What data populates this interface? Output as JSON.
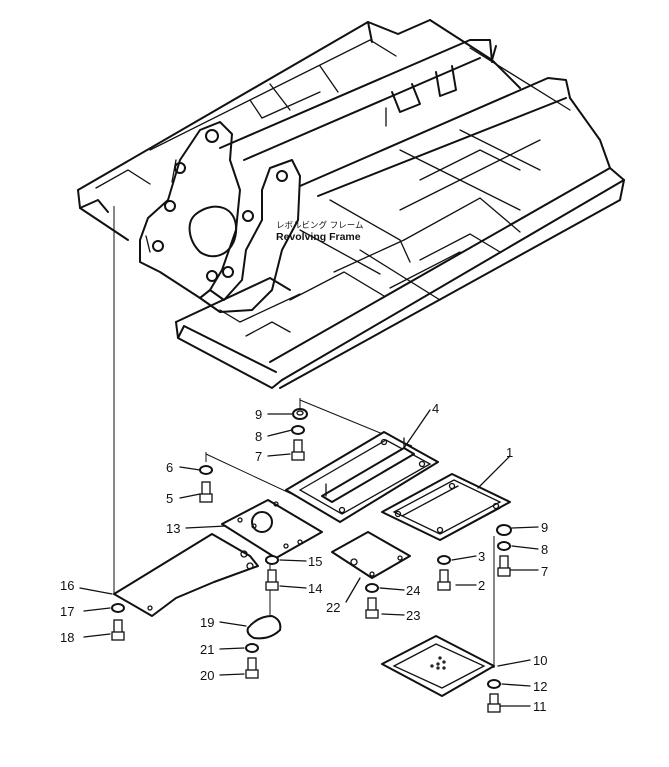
{
  "frame_label": {
    "japanese": "レボルビング フレーム",
    "english": "Revolving Frame"
  },
  "callouts": [
    {
      "id": "1",
      "text": "1"
    },
    {
      "id": "2",
      "text": "2"
    },
    {
      "id": "3",
      "text": "3"
    },
    {
      "id": "4",
      "text": "4"
    },
    {
      "id": "5",
      "text": "5"
    },
    {
      "id": "6",
      "text": "6"
    },
    {
      "id": "7a",
      "text": "7"
    },
    {
      "id": "7b",
      "text": "7"
    },
    {
      "id": "8a",
      "text": "8"
    },
    {
      "id": "8b",
      "text": "8"
    },
    {
      "id": "9a",
      "text": "9"
    },
    {
      "id": "9b",
      "text": "9"
    },
    {
      "id": "10",
      "text": "10"
    },
    {
      "id": "11",
      "text": "11"
    },
    {
      "id": "12",
      "text": "12"
    },
    {
      "id": "13",
      "text": "13"
    },
    {
      "id": "14",
      "text": "14"
    },
    {
      "id": "15",
      "text": "15"
    },
    {
      "id": "16",
      "text": "16"
    },
    {
      "id": "17",
      "text": "17"
    },
    {
      "id": "18",
      "text": "18"
    },
    {
      "id": "19",
      "text": "19"
    },
    {
      "id": "20",
      "text": "20"
    },
    {
      "id": "21",
      "text": "21"
    },
    {
      "id": "22",
      "text": "22"
    },
    {
      "id": "23",
      "text": "23"
    },
    {
      "id": "24",
      "text": "24"
    }
  ]
}
